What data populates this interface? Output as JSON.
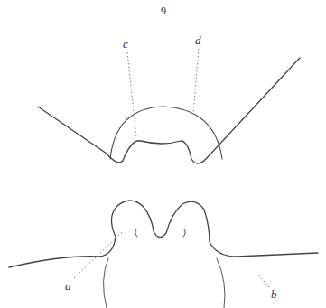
{
  "diagram": {
    "labels": [
      "9",
      "c",
      "d",
      "a",
      "b"
    ]
  }
}
